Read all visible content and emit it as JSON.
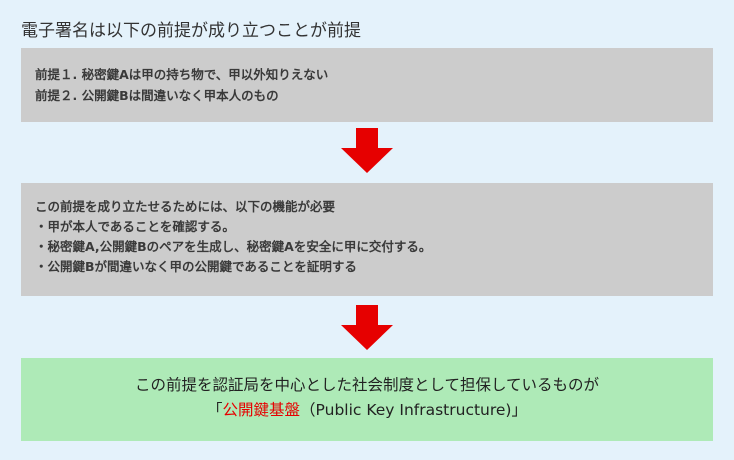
{
  "title": "電子署名は以下の前提が成り立つことが前提",
  "premises": [
    "前提１. 秘密鍵Aは甲の持ち物で、甲以外知りえない",
    "前提２. 公開鍵Bは間違いなく甲本人のもの"
  ],
  "requirements": {
    "intro": "この前提を成り立たせるためには、以下の機能が必要",
    "items": [
      "・甲が本人であることを確認する。",
      "・秘密鍵A,公開鍵Bのペアを生成し、秘密鍵Aを安全に甲に交付する。",
      "・公開鍵Bが間違いなく甲の公開鍵であることを証明する"
    ]
  },
  "conclusion": {
    "line1": "この前提を認証局を中心とした社会制度として担保しているものが",
    "open_bracket": "「",
    "highlight": "公開鍵基盤",
    "rest": "（Public Key Infrastructure)」"
  },
  "colors": {
    "background": "#e4f2fb",
    "gray_box": "#cccccc",
    "green_box": "#aeeab7",
    "arrow": "#e60000",
    "highlight": "#e60000"
  }
}
